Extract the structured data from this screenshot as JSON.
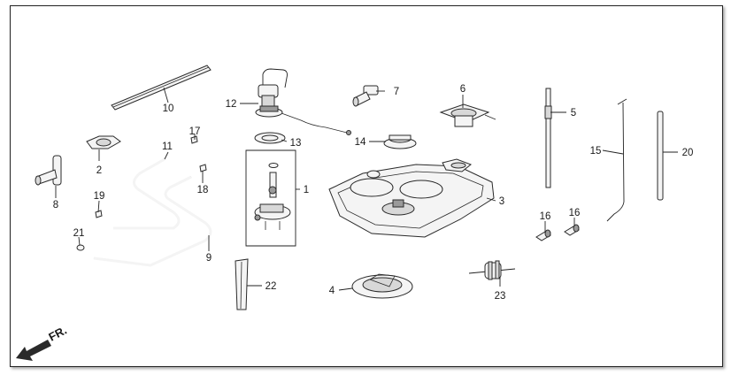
{
  "direction_label": "FR.",
  "callouts": {
    "c1": "1",
    "c2": "2",
    "c3": "3",
    "c4": "4",
    "c5": "5",
    "c6": "6",
    "c7": "7",
    "c8": "8",
    "c9": "9",
    "c10": "10",
    "c11": "11",
    "c12": "12",
    "c13": "13",
    "c14": "14",
    "c15": "15",
    "c16a": "16",
    "c16b": "16",
    "c17": "17",
    "c18": "18",
    "c19": "19",
    "c20": "20",
    "c21": "21",
    "c22": "22",
    "c23": "23"
  }
}
